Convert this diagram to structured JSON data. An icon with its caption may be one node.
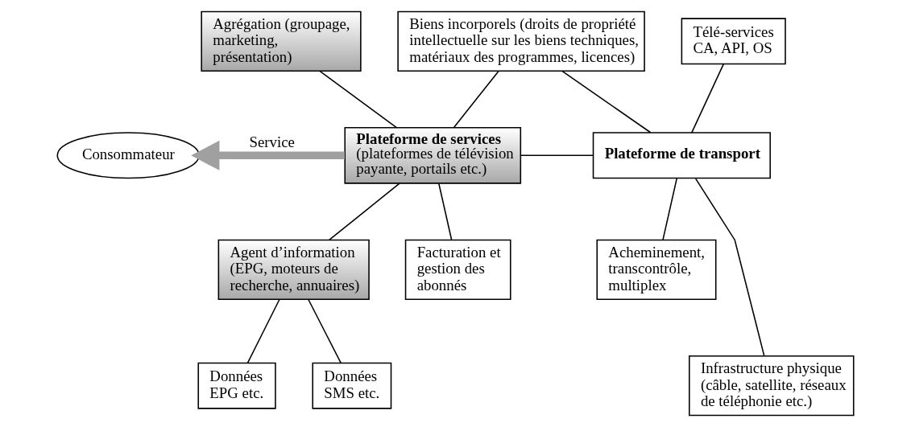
{
  "diagram": {
    "nodes": [
      {
        "text": [
          "Agrégation (groupage, marketing, présentation)"
        ]
      },
      {
        "text": [
          "Biens incorporels (droits de propriété intellectuelle sur les biens techniques, matériaux des programmes, licences)"
        ]
      },
      {
        "text": [
          "Télé-services CA, API, OS"
        ]
      },
      {
        "text": [
          "Consommateur"
        ]
      },
      {
        "text": [
          "Plateforme de services",
          "(plateformes de télévision payante, portails etc.)"
        ]
      },
      {
        "text": [
          "Plateforme de transport"
        ]
      },
      {
        "text": [
          "Agent d’information (EPG, moteurs de recherche, annuaires)"
        ]
      },
      {
        "text": [
          "Facturation et gestion des abonnés"
        ]
      },
      {
        "text": [
          "Acheminement, transcontrôle, multiplex"
        ]
      },
      {
        "text": [
          "Données EPG etc."
        ]
      },
      {
        "text": [
          "Données SMS etc."
        ]
      },
      {
        "text": [
          "Infrastructure physique (câble, satellite, réseaux de téléphonie etc.)"
        ]
      }
    ],
    "edges": [
      {
        "from": 0,
        "to": 4,
        "arrow": "none"
      },
      {
        "from": 1,
        "to": 4,
        "arrow": "none"
      },
      {
        "from": 1,
        "to": 5,
        "arrow": "none"
      },
      {
        "from": 2,
        "to": 5,
        "arrow": "none"
      },
      {
        "from": 4,
        "to": 3,
        "arrow": "to",
        "label": "Service",
        "style": "thick",
        "color": "#a0a0a0"
      },
      {
        "from": 4,
        "to": 5,
        "arrow": "none"
      },
      {
        "from": 4,
        "to": 6,
        "arrow": "none"
      },
      {
        "from": 4,
        "to": 7,
        "arrow": "none"
      },
      {
        "from": 5,
        "to": 8,
        "arrow": "none"
      },
      {
        "from": 5,
        "to": 11,
        "arrow": "none"
      },
      {
        "from": 6,
        "to": 9,
        "arrow": "none"
      },
      {
        "from": 6,
        "to": 10,
        "arrow": "none"
      }
    ]
  }
}
